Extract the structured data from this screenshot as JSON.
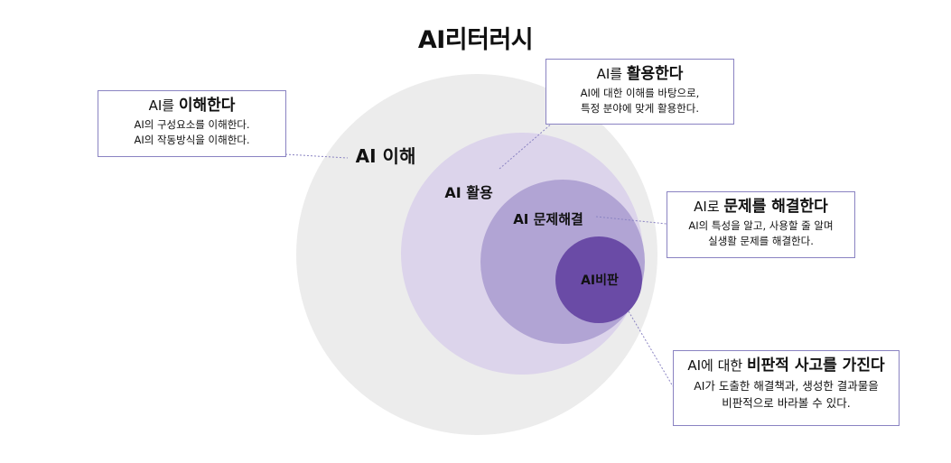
{
  "title": "AI리터러시",
  "circles": [
    {
      "label": "AI 이해",
      "color": "#ececec"
    },
    {
      "label": "AI 활용",
      "color": "#dcd4eb"
    },
    {
      "label": "AI 문제해결",
      "color": "#b1a4d4"
    },
    {
      "label": "AI비판",
      "color": "#6a4ba6"
    }
  ],
  "callouts": {
    "understand": {
      "prefix": "AI를 ",
      "emphasis": "이해한다",
      "suffix": "",
      "lines": [
        "AI의 구성요소를 이해한다.",
        "AI의 작동방식을 이해한다."
      ]
    },
    "use": {
      "prefix": "AI를 ",
      "emphasis": "활용한다",
      "suffix": "",
      "lines": [
        "AI에 대한 이해를 바탕으로,",
        "특정 분야에 맞게 활용한다."
      ]
    },
    "solve": {
      "prefix": "AI로 ",
      "emphasis": "문제를 해결한다",
      "suffix": "",
      "lines": [
        "AI의 특성을 알고, 사용할 줄 알며",
        "실생활 문제를 해결한다."
      ]
    },
    "critique": {
      "prefix": "AI에 대한 ",
      "emphasis": "비판적 사고를 가진다",
      "suffix": "",
      "lines": [
        "AI가 도출한 해결책과, 생성한 결과물을",
        "비판적으로 바라볼 수 있다."
      ]
    }
  }
}
